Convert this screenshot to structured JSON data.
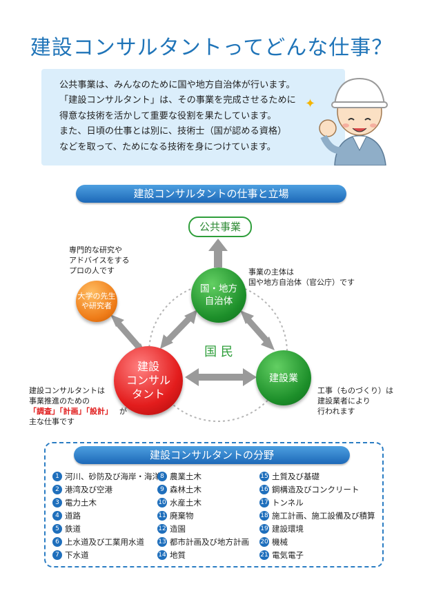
{
  "title": "建設コンサルタントってどんな仕事？",
  "intro": {
    "lines": [
      "公共事業は、みんなのために国や地方自治体が行います。",
      "「建設コンサルタント」は、その事業を完成させるために",
      "得意な技術を活かして重要な役割を果たしています。",
      "また、日頃の仕事とは別に、技術士（国が認める資格）",
      "などを取って、ためになる技術を身につけています。"
    ]
  },
  "section1": {
    "title": "建設コンサルタントの仕事と立場"
  },
  "diagram": {
    "public_works": "公共事業",
    "government": {
      "line1": "国・地方",
      "line2": "自治体"
    },
    "government_note": {
      "line1": "事業の主体は",
      "line2": "国や地方自治体（官公庁）です"
    },
    "professor": {
      "line1": "大学の先生",
      "line2": "や研究者"
    },
    "professor_note": {
      "line1": "専門的な研究や",
      "line2": "アドバイスをする",
      "line3": "プロの人です"
    },
    "nation": "国 民",
    "consultant": {
      "line1": "建設",
      "line2": "コンサル",
      "line3": "タント"
    },
    "consultant_note": {
      "line1": "建設コンサルタントは",
      "line2": "事業推進のための",
      "highlight": "「調査」「計画」「設計」",
      "suffix": "が",
      "line4": "主な仕事です"
    },
    "contractor": "建設業",
    "contractor_note": {
      "line1": "工事（ものづくり）は",
      "line2": "建設業者により",
      "line3": "行われます"
    },
    "colors": {
      "green": "#1d8f2a",
      "orange": "#ef7c18",
      "red": "#e31d1d",
      "arrow": "#9a9a9a",
      "highlight": "#e01a1a"
    }
  },
  "section2": {
    "title": "建設コンサルタントの分野"
  },
  "fields": {
    "col1": [
      {
        "num": "1",
        "label": "河川、砂防及び海岸・海洋"
      },
      {
        "num": "2",
        "label": "港湾及び空港"
      },
      {
        "num": "3",
        "label": "電力土木"
      },
      {
        "num": "4",
        "label": "道路"
      },
      {
        "num": "5",
        "label": "鉄道"
      },
      {
        "num": "6",
        "label": "上水道及び工業用水道"
      },
      {
        "num": "7",
        "label": "下水道"
      }
    ],
    "col2": [
      {
        "num": "8",
        "label": "農業土木"
      },
      {
        "num": "9",
        "label": "森林土木"
      },
      {
        "num": "10",
        "label": "水産土木"
      },
      {
        "num": "11",
        "label": "廃棄物"
      },
      {
        "num": "12",
        "label": "造園"
      },
      {
        "num": "13",
        "label": "都市計画及び地方計画"
      },
      {
        "num": "14",
        "label": "地質"
      }
    ],
    "col3": [
      {
        "num": "15",
        "label": "土質及び基礎"
      },
      {
        "num": "16",
        "label": "鋼構造及びコンクリート"
      },
      {
        "num": "17",
        "label": "トンネル"
      },
      {
        "num": "18",
        "label": "施工計画、施工設備及び積算"
      },
      {
        "num": "19",
        "label": "建設環境"
      },
      {
        "num": "20",
        "label": "機械"
      },
      {
        "num": "21",
        "label": "電気電子"
      }
    ]
  }
}
